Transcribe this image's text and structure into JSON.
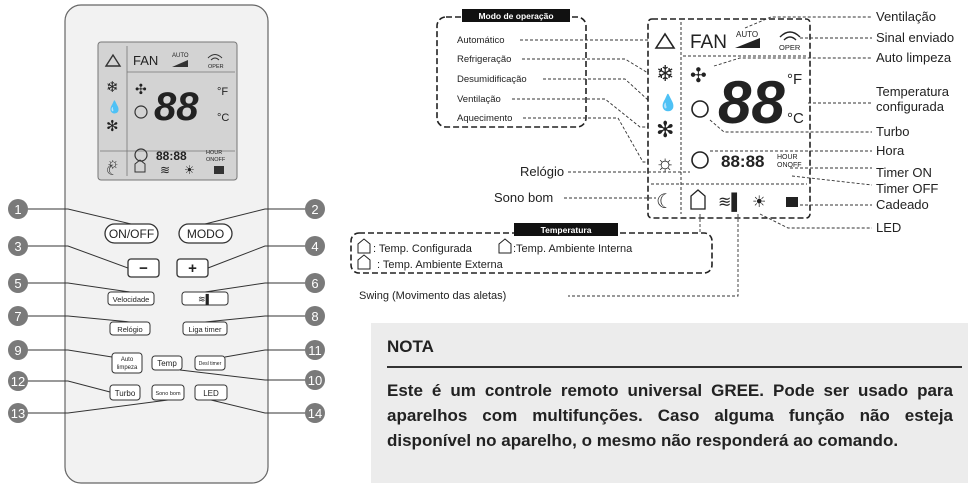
{
  "remote": {
    "lcd": {
      "fan": "FAN",
      "auto": "AUTO",
      "oper": "OPER",
      "digits": "88",
      "unit_f": "°F",
      "unit_c": "°C",
      "clock": "88:88",
      "hour": "HOUR",
      "onoff": "ONOFF"
    },
    "buttons": [
      {
        "num": "1",
        "label": "ON/OFF"
      },
      {
        "num": "2",
        "label": "MODO"
      },
      {
        "num": "3",
        "label": "−"
      },
      {
        "num": "4",
        "label": "+"
      },
      {
        "num": "5",
        "label": "Velocidade"
      },
      {
        "num": "6",
        "label": ""
      },
      {
        "num": "7",
        "label": "Relógio"
      },
      {
        "num": "8",
        "label": "Liga timer"
      },
      {
        "num": "9",
        "label": "Auto limpeza"
      },
      {
        "num": "10",
        "label": "Temp"
      },
      {
        "num": "11",
        "label": "Desl timer"
      },
      {
        "num": "12",
        "label": "Turbo"
      },
      {
        "num": "13",
        "label": "Sono bom"
      },
      {
        "num": "14",
        "label": "LED"
      }
    ]
  },
  "mode_box": {
    "title": "Modo de operação",
    "items": [
      "Automático",
      "Refrigeração",
      "Desumidificação",
      "Ventilação",
      "Aquecimento"
    ]
  },
  "labels_left": {
    "clock": "Relógio",
    "sleep": "Sono bom"
  },
  "labels_right": {
    "fan": "Ventilação",
    "signal": "Sinal enviado",
    "autoclean": "Auto limpeza",
    "temp1": "Temperatura",
    "temp2": "configurada",
    "turbo": "Turbo",
    "hour": "Hora",
    "timer_on": "Timer ON",
    "timer_off": "Timer OFF",
    "lock": "Cadeado",
    "led": "LED"
  },
  "temp_box": {
    "title": "Temperatura",
    "line1_a": ": Temp. Configurada",
    "line1_b": ":Temp. Ambiente Interna",
    "line2": ": Temp. Ambiente Externa"
  },
  "swing_label": "Swing (Movimento das aletas)",
  "note": {
    "title": "NOTA",
    "body": "Este é um controle remoto universal GREE. Pode ser usado para aparelhos com multifunções. Caso alguma função não esteja disponível no aparelho, o mesmo não responderá ao comando."
  }
}
